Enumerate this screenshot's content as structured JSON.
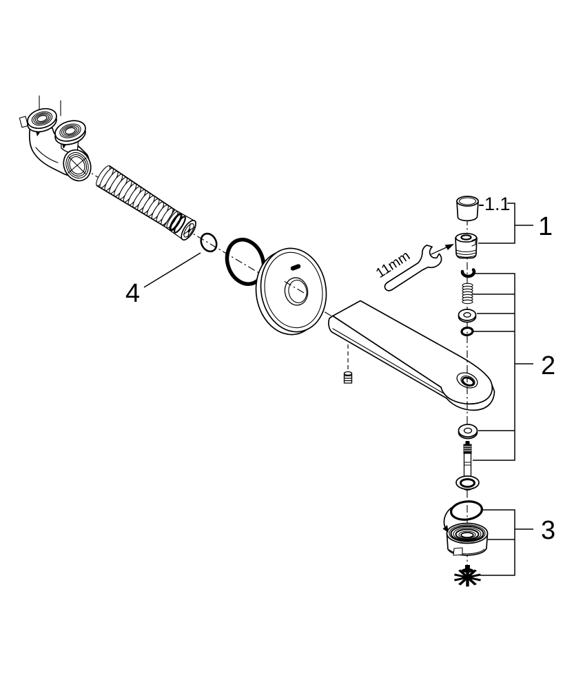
{
  "diagram": {
    "background": "#ffffff",
    "line_color": "#000000"
  },
  "callouts": {
    "item1": {
      "label": "1"
    },
    "item1_1": {
      "label": "-1.1"
    },
    "item2": {
      "label": "2"
    },
    "item3": {
      "label": "3"
    },
    "item4": {
      "label": "4"
    }
  },
  "annotations": {
    "wrench_size": "11mm"
  }
}
